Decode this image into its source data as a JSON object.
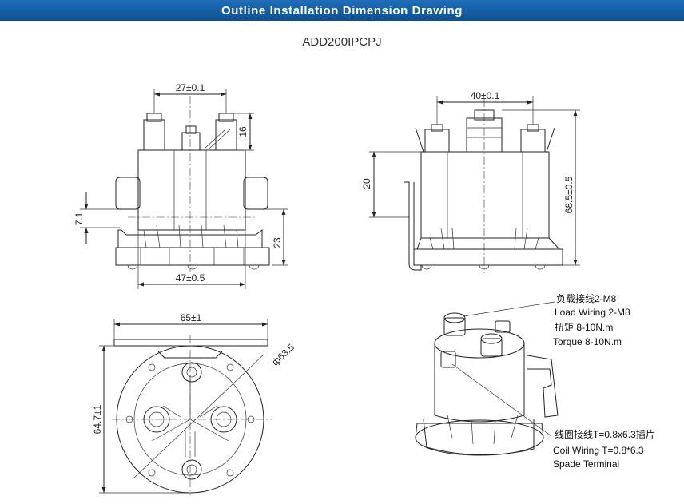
{
  "header": {
    "title": "Outline Installation Dimension Drawing"
  },
  "model": "ADD200IPCPJ",
  "dimensions": {
    "front_terminal_spacing": "27±0.1",
    "front_stud_height": "16",
    "front_tab_height": "7.1",
    "front_base_height": "23",
    "front_body_width": "47±0.5",
    "side_terminal_spacing": "40±0.1",
    "side_bracket_height": "20",
    "side_total_height": "68.5±0.5",
    "top_width": "65±1",
    "top_height": "64.7±1",
    "top_diameter": "ф63.5"
  },
  "annotations": {
    "load_wiring_cn": "负载接线2-M8",
    "load_wiring_en": "Load Wiring 2-M8",
    "torque_cn": "扭矩 8-10N.m",
    "torque_en": "Torque 8-10N.m",
    "coil_wiring_cn": "线圈接线T=0.8x6.3插片",
    "coil_wiring_en": "Coil Wiring T=0.8*6.3",
    "spade_terminal": "Spade Terminal"
  }
}
